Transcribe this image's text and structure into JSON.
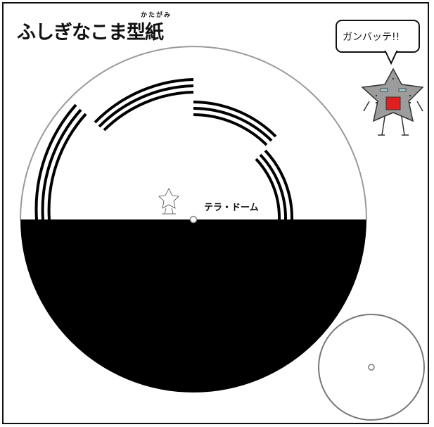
{
  "title": {
    "text": "ふしぎなこま型紙",
    "ruby": "かたがみ"
  },
  "speech_bubble": {
    "text": "ガンバッテ!!"
  },
  "disc": {
    "label": "テラ・ドーム"
  },
  "icons": {
    "mascot": "robot-star-mascot-icon",
    "small_mascot": "small-star-mascot-icon"
  },
  "colors": {
    "ink": "#000000",
    "outline": "#9a9a9a",
    "mascot_body": "#9c9c9c",
    "mascot_panel": "#e02020",
    "mascot_eyes": "#9fd0d0"
  }
}
